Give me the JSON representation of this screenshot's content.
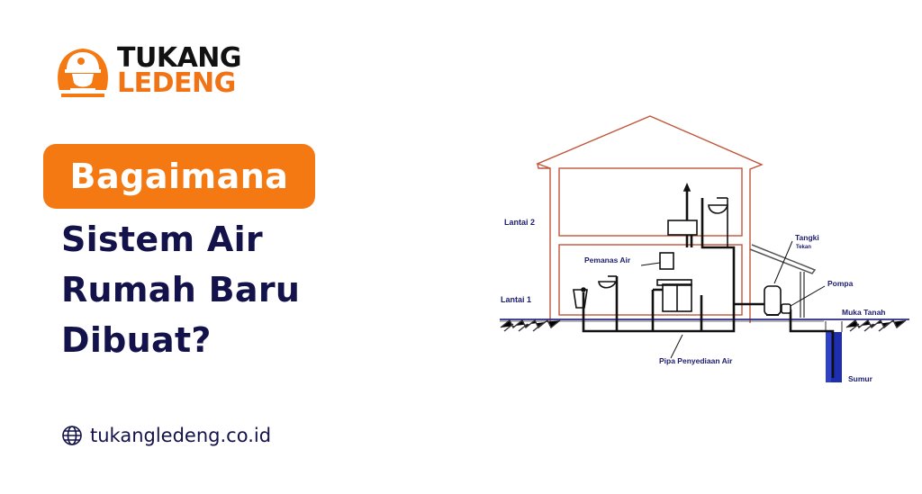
{
  "brand": {
    "name_line1": "TUKANG",
    "name_line2": "LEDENG",
    "logo_icon": "worker-helmet-icon",
    "primary_color": "#f57913",
    "dark_color": "#13124a"
  },
  "headline": {
    "highlight": "Bagaimana",
    "lines": [
      "Sistem Air",
      "Rumah Baru",
      "Dibuat?"
    ]
  },
  "website": {
    "icon": "globe-icon",
    "url": "tukangledeng.co.id"
  },
  "diagram": {
    "labels": {
      "floor2": "Lantai 2",
      "floor1": "Lantai 1",
      "heater": "Pemanas Air",
      "supply_pipe": "Pipa Penyediaan Air",
      "tank_line1": "Tangki",
      "tank_line2": "Tekan",
      "pump": "Pompa",
      "ground": "Muka Tanah",
      "well": "Sumur"
    }
  }
}
